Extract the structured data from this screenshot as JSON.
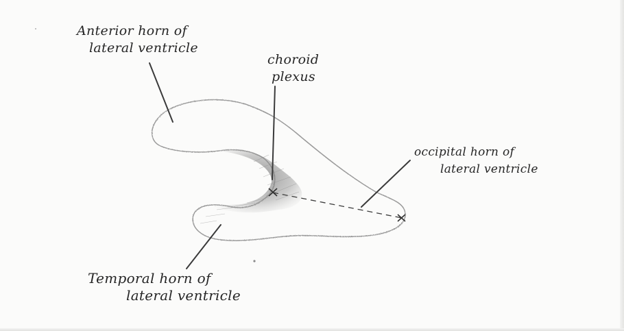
{
  "labels": {
    "anterior": {
      "line1": "Anterior horn of",
      "line2": "lateral ventricle"
    },
    "choroid": {
      "line1": "choroid",
      "line2": "plexus"
    },
    "occipital": {
      "line1": "occipital horn of",
      "line2": "lateral ventricle"
    },
    "temporal": {
      "line1": "Temporal horn of",
      "line2": "lateral ventricle"
    }
  },
  "colors": {
    "outline": "#9a9a9a",
    "leader": "#3a3a3a",
    "shading": "#7d7d7d",
    "text": "#262626"
  }
}
